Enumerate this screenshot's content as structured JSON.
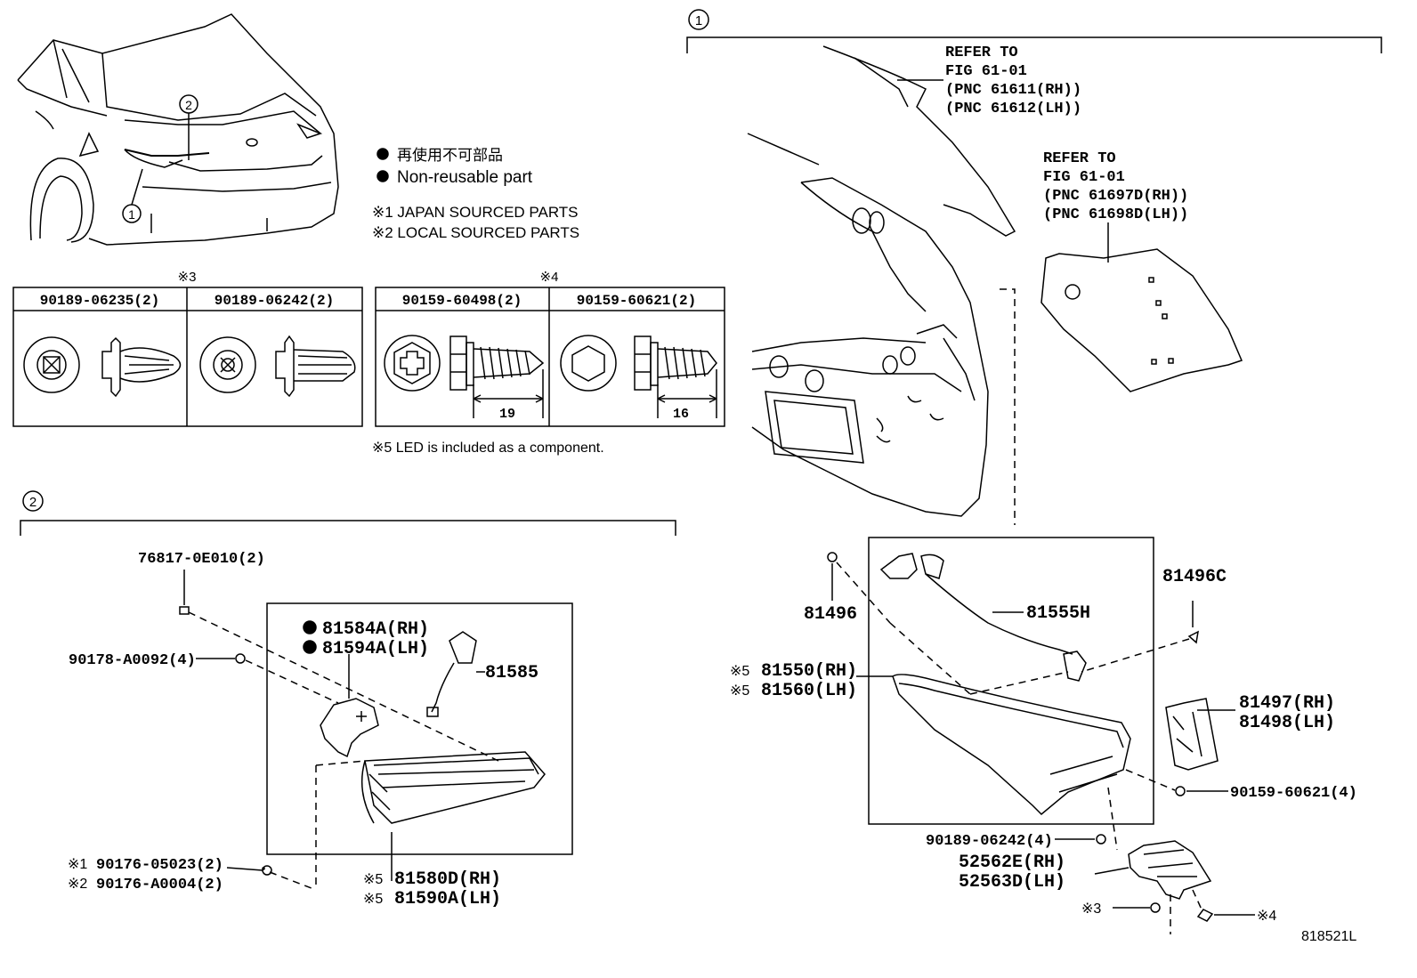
{
  "legend": {
    "non_reusable_jp": "再使用不可部品",
    "non_reusable_en": "Non-reusable part",
    "note1": "※1 JAPAN SOURCED PARTS",
    "note2": "※2 LOCAL SOURCED PARTS",
    "note5": "※5 LED is included as a component."
  },
  "callouts": {
    "c1": "1",
    "c2": "2"
  },
  "table3": {
    "marker": "※3",
    "col1": "90189-06235(2)",
    "col2": "90189-06242(2)"
  },
  "table4": {
    "marker": "※4",
    "col1": "90159-60498(2)",
    "col2": "90159-60621(2)",
    "len1": "19",
    "len2": "16"
  },
  "refer1": [
    "REFER TO",
    "FIG 61-01",
    "(PNC 61611(RH))",
    "(PNC 61612(LH))"
  ],
  "refer2": [
    "REFER TO",
    "FIG 61-01",
    "(PNC 61697D(RH))",
    "(PNC 61698D(LH))"
  ],
  "parts_left": {
    "p76817": "76817-0E010(2)",
    "p90178": "90178-A0092(4)",
    "p81584": "81584A(RH)",
    "p81594": "81594A(LH)",
    "p81585": "81585",
    "p90176a": "90176-05023(2)",
    "p90176a_mark": "※1",
    "p90176b": "90176-A0004(2)",
    "p90176b_mark": "※2",
    "p81580": "81580D(RH)",
    "p81590": "81590A(LH)",
    "p815x_mark": "※5"
  },
  "parts_right": {
    "p81496": "81496",
    "p81555": "81555H",
    "p81496c": "81496C",
    "p81550": "81550(RH)",
    "p81560": "81560(LH)",
    "p8155x_mark": "※5",
    "p81497": "81497(RH)",
    "p81498": "81498(LH)",
    "p90159": "90159-60621(4)",
    "p90189": "90189-06242(4)",
    "p52562": "52562E(RH)",
    "p52563": "52563D(LH)",
    "m3": "※3",
    "m4": "※4"
  },
  "figure_id": "818521L"
}
